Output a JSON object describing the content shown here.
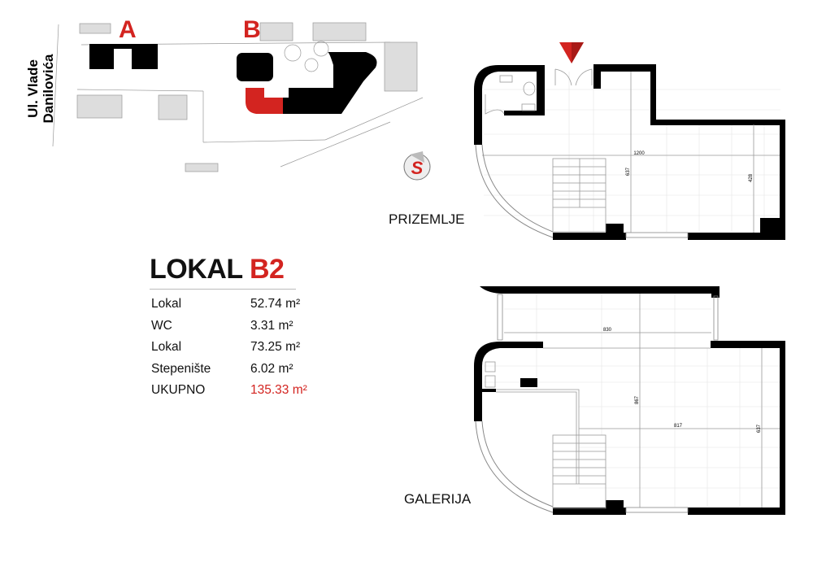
{
  "site_plan": {
    "street_line1": "Ul. Vlade",
    "street_line2": "Danilovića",
    "building_a": "A",
    "building_b": "B",
    "logo_letter": "S"
  },
  "unit": {
    "title_prefix": "LOKAL",
    "title_code": "B2",
    "areas": [
      {
        "name": "Lokal",
        "value": "52.74 m²"
      },
      {
        "name": "WC",
        "value": "3.31 m²"
      },
      {
        "name": "Lokal",
        "value": "73.25 m²"
      },
      {
        "name": "Stepenište",
        "value": "6.02 m²"
      }
    ],
    "total": {
      "name": "UKUPNO",
      "value": "135.33 m²"
    }
  },
  "plans": {
    "ground": {
      "label": "PRIZEMLJE",
      "dims": [
        "1200",
        "637",
        "428"
      ]
    },
    "gallery": {
      "label": "GALERIJA",
      "dims": [
        "830",
        "867",
        "817",
        "637"
      ]
    }
  },
  "colors": {
    "accent": "#d32420",
    "wall": "#000000"
  }
}
